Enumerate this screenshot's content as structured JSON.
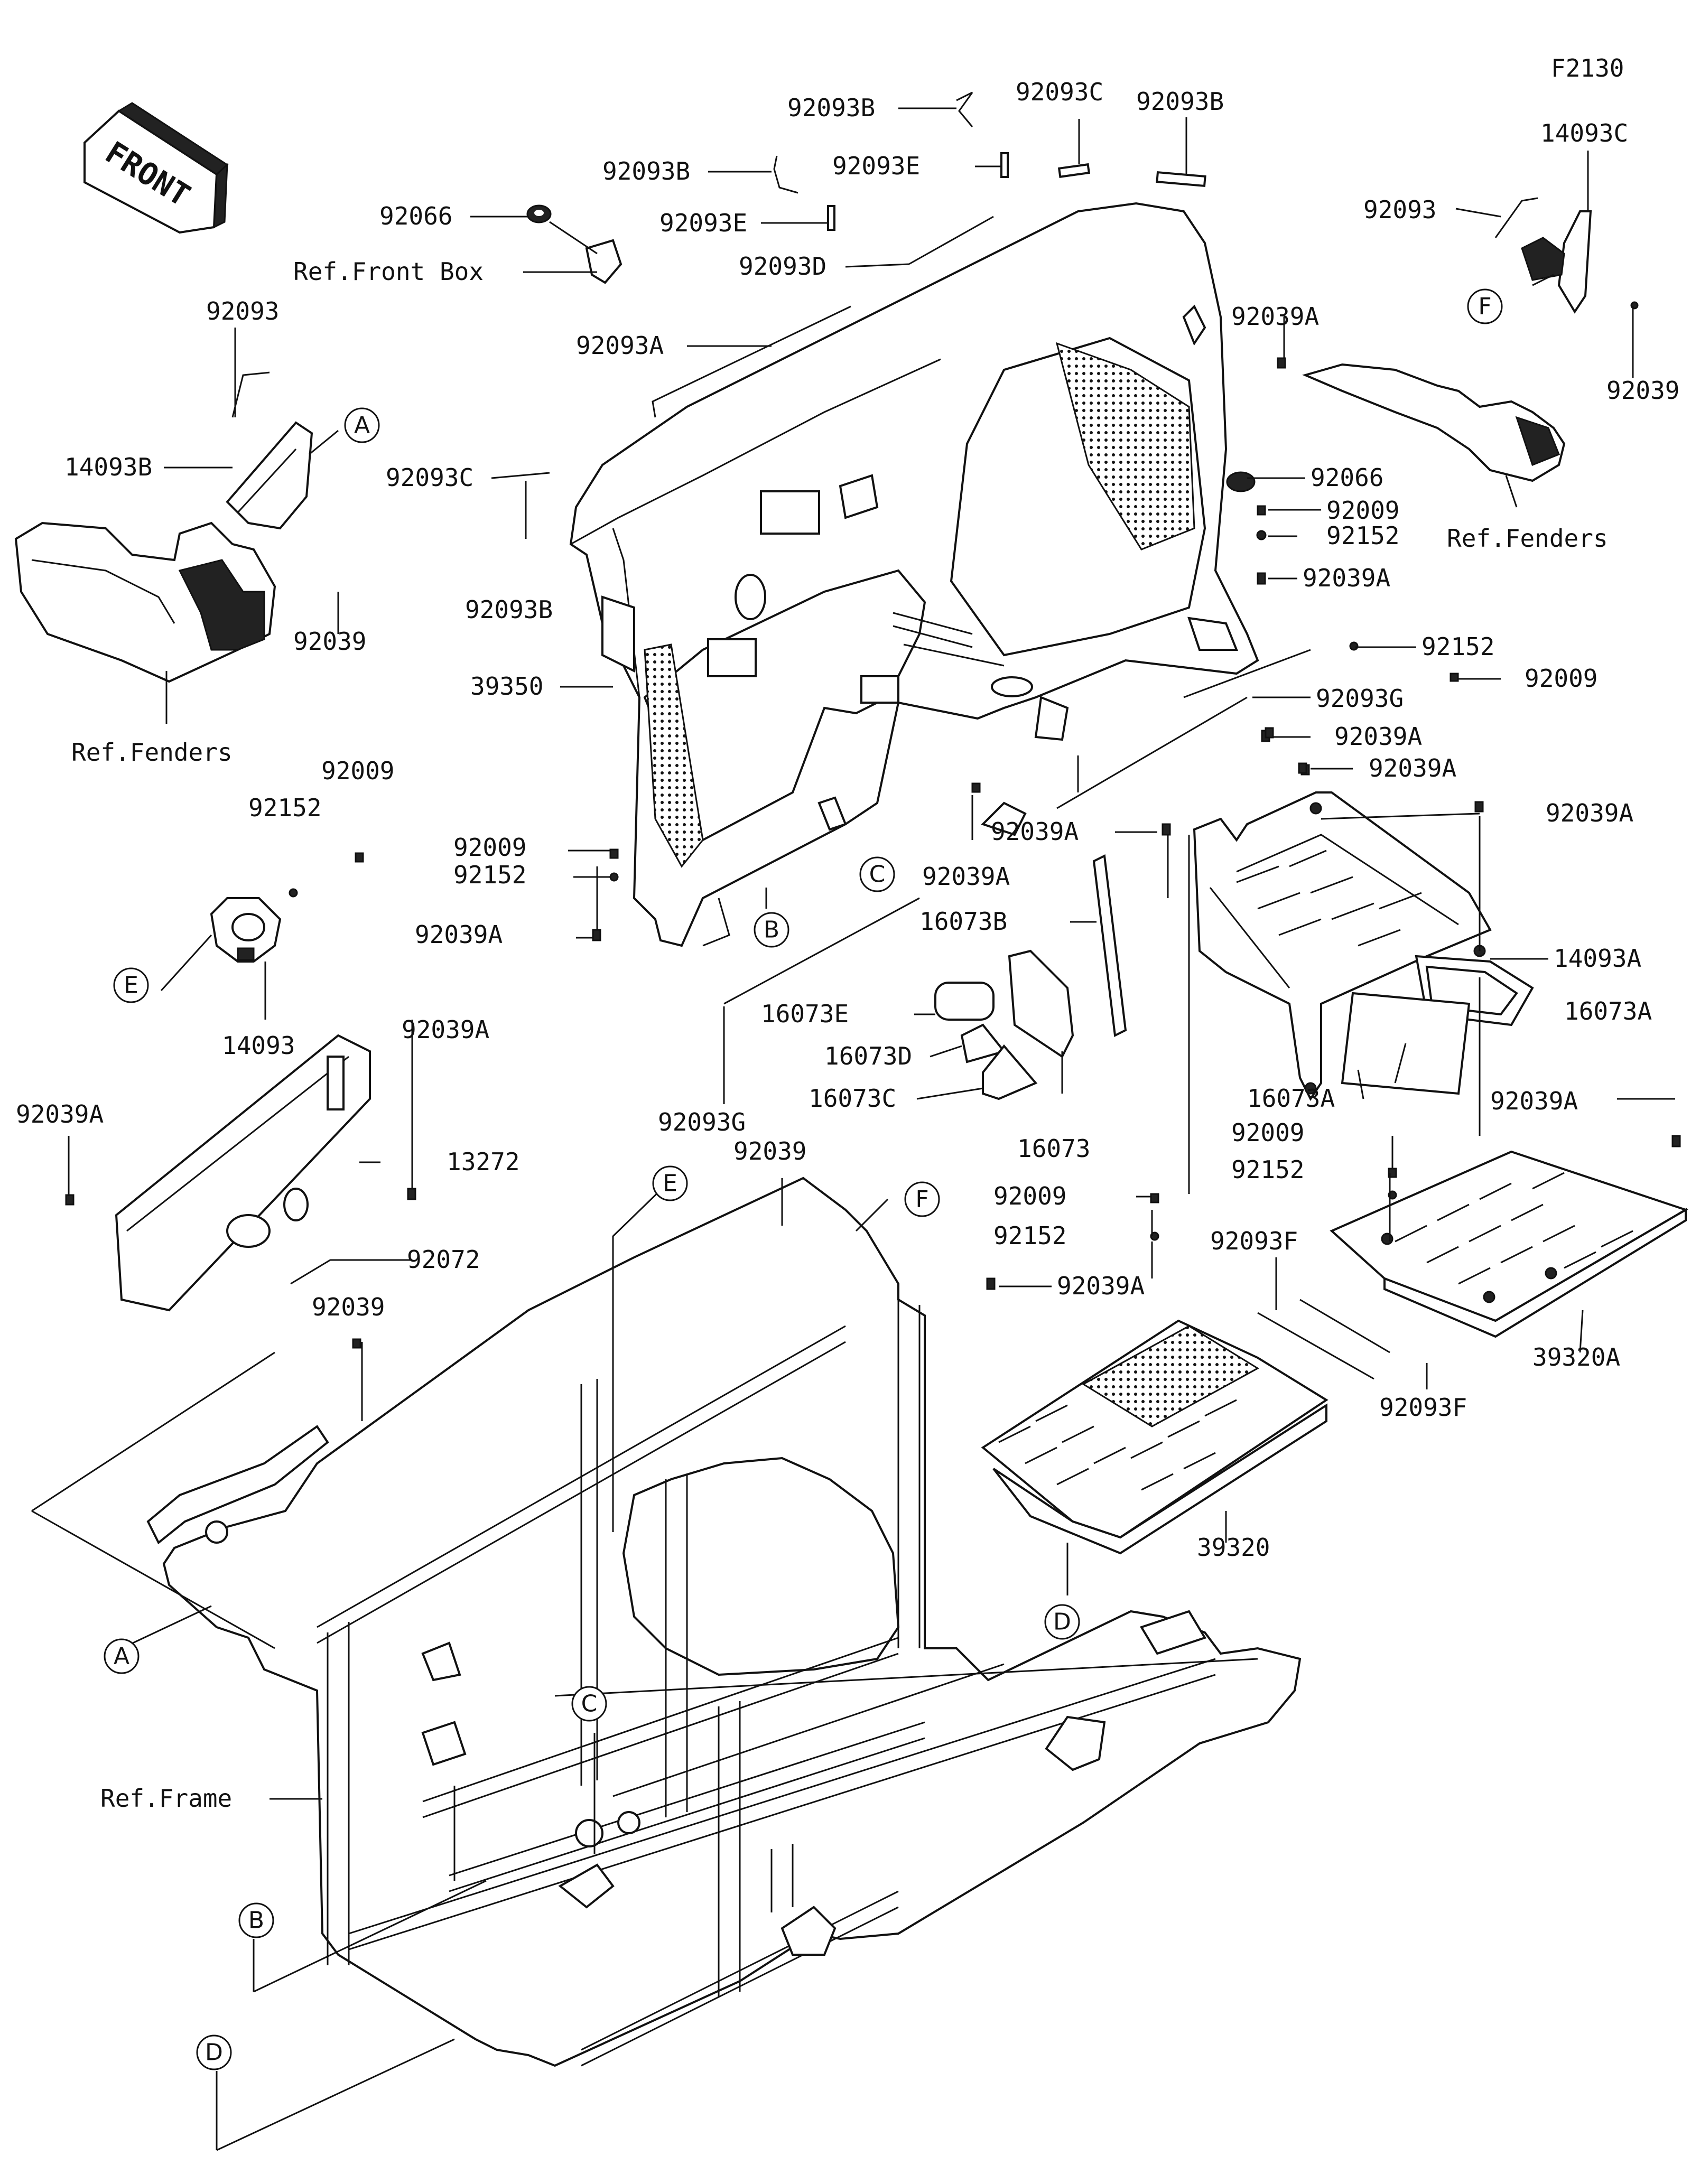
{
  "figure_code": "F2130",
  "front_arrow": {
    "text": "FRONT",
    "icon": "front-arrow-icon"
  },
  "labels": {
    "l_92093B_a": "92093B",
    "l_92093C_a": "92093C",
    "l_92093B_b": "92093B",
    "l_92093B_c": "92093B",
    "l_92093E_a": "92093E",
    "l_92066_a": "92066",
    "l_92093E_b": "92093E",
    "l_ref_front_box": "Ref.Front Box",
    "l_92093D": "92093D",
    "l_14093C": "14093C",
    "l_92093_a": "92093",
    "l_F_top": "F",
    "l_92039_a": "92039",
    "l_92039A_a": "92039A",
    "l_92093A": "92093A",
    "l_92093_b": "92093",
    "l_A_top": "A",
    "l_14093B": "14093B",
    "l_92093C_b": "92093C",
    "l_92066_b": "92066",
    "l_92009_a": "92009",
    "l_92152_a": "92152",
    "l_ref_fenders_r": "Ref.Fenders",
    "l_92039A_b": "92039A",
    "l_92093B_d": "92093B",
    "l_92039_b": "92039",
    "l_39350": "39350",
    "l_92152_b": "92152",
    "l_92009_b": "92009",
    "l_92093G_a": "92093G",
    "l_ref_fenders_l": "Ref.Fenders",
    "l_92039A_c": "92039A",
    "l_92009_c": "92009",
    "l_92039A_d": "92039A",
    "l_92152_c": "92152",
    "l_92039A_e": "92039A",
    "l_92009_d": "92009",
    "l_92152_d": "92152",
    "l_C_mid": "C",
    "l_92039A_f": "92039A",
    "l_92039A_g": "92039A",
    "l_92039A_h": "92039A",
    "l_16073B": "16073B",
    "l_B_mid": "B",
    "l_14093A": "14093A",
    "l_E_left": "E",
    "l_16073E": "16073E",
    "l_16073A_a": "16073A",
    "l_16073D": "16073D",
    "l_14093": "14093",
    "l_92039A_i": "92039A",
    "l_16073C": "16073C",
    "l_16073A_b": "16073A",
    "l_92093G_b": "92093G",
    "l_92039A_j": "92039A",
    "l_16073": "16073",
    "l_92009_e": "92009",
    "l_92039A_k": "92039A",
    "l_13272": "13272",
    "l_92039_c": "92039",
    "l_92152_e": "92152",
    "l_E_frame": "E",
    "l_F_frame": "F",
    "l_92009_f": "92009",
    "l_92152_f": "92152",
    "l_92072": "92072",
    "l_92093F_a": "92093F",
    "l_92039_d": "92039",
    "l_92039A_l": "92039A",
    "l_39320A": "39320A",
    "l_92093F_b": "92093F",
    "l_39320": "39320",
    "l_A_frame": "A",
    "l_D_right": "D",
    "l_ref_frame": "Ref.Frame",
    "l_C_frame": "C",
    "l_B_frame": "B",
    "l_D_frame": "D"
  },
  "icons": {
    "front": "front-arrow-icon",
    "callout": "letter-circle-icon",
    "mat_texture": "dot-pattern"
  },
  "colors": {
    "line": "#111111",
    "background": "#ffffff",
    "part_fill": "#ffffff"
  }
}
